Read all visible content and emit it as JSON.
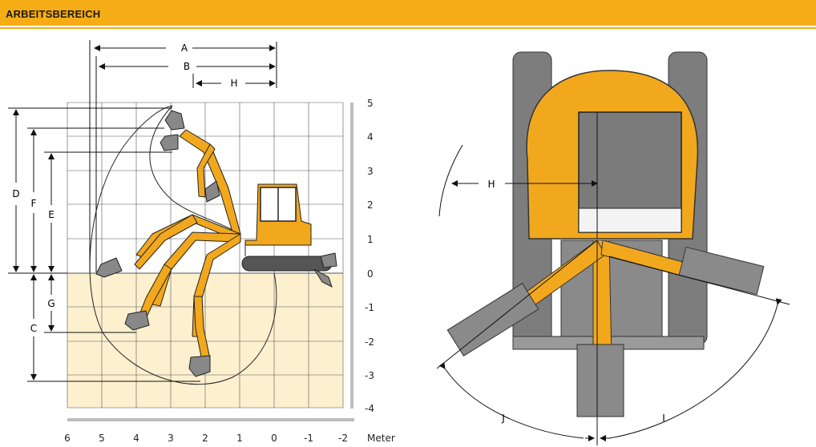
{
  "header": {
    "title": "ARBEITSBEREICH"
  },
  "side_view": {
    "y_ticks": [
      "5",
      "4",
      "3",
      "2",
      "1",
      "0",
      "-1",
      "-2",
      "-3",
      "-4"
    ],
    "x_ticks": [
      "6",
      "5",
      "4",
      "3",
      "2",
      "1",
      "0",
      "-1",
      "-2"
    ],
    "x_unit": "Meter",
    "dimension_labels": {
      "A": "A",
      "B": "B",
      "H": "H",
      "D": "D",
      "F": "F",
      "E": "E",
      "G": "G",
      "C": "C"
    }
  },
  "top_view": {
    "dimension_labels": {
      "H": "H",
      "J": "J",
      "I": "I"
    }
  },
  "colors": {
    "accent": "#f6ad15",
    "underground": "#fdf0cf",
    "machine": "#f2a81d",
    "track": "#7d7d7d"
  }
}
